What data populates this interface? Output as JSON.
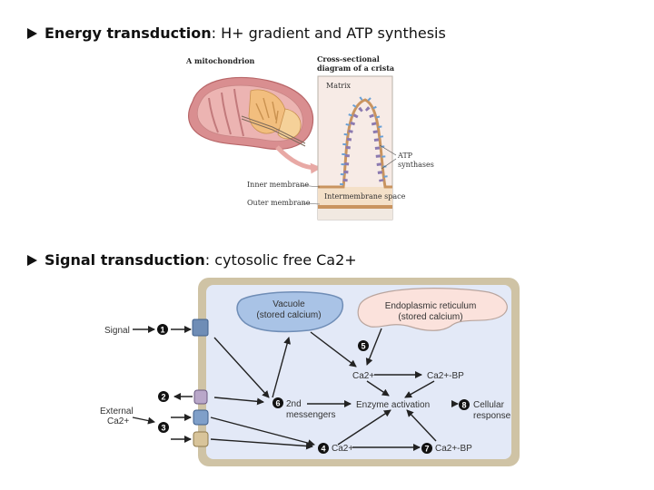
{
  "headings": [
    {
      "bold": "Energy transduction",
      "rest": ": H+ gradient and ATP synthesis"
    },
    {
      "bold": "Signal transduction",
      "rest": ": cytosolic free Ca2+"
    }
  ],
  "mito": {
    "title": "A mitochondrion",
    "cross_title_1": "Cross-sectional",
    "cross_title_2": "diagram of a crista",
    "matrix": "Matrix",
    "atp_1": "ATP",
    "atp_2": "synthases",
    "inner_membrane": "Inner membrane",
    "outer_membrane": "Outer membrane",
    "intermembrane_space": "Intermembrane space"
  },
  "signal": {
    "signal_label": "Signal",
    "external_1": "External",
    "external_2": "Ca2+",
    "vacuole_1": "Vacuole",
    "vacuole_2": "(stored calcium)",
    "er_1": "Endoplasmic reticulum",
    "er_2": "(stored calcium)",
    "ca_top": "Ca2+",
    "cabp_top": "Ca2+-BP",
    "second_1": "2nd",
    "second_2": "messengers",
    "enzyme": "Enzyme activation",
    "cellular_1": "Cellular",
    "cellular_2": "response",
    "ca_bottom": "Ca2+",
    "cabp_bottom": "Ca2+-BP",
    "steps": [
      "1",
      "2",
      "3",
      "4",
      "5",
      "6",
      "7",
      "8"
    ]
  },
  "colors": {
    "cell_fill": "#e3e9f7",
    "cell_wall": "#cfc3a5",
    "vacuole": "#a9c3e6",
    "er": "#fbe2dc",
    "mito_outer": "#d98e90",
    "cristae": "#f2be7e",
    "crista_panel": "#f7ebe6",
    "step_circle": "#111111"
  }
}
